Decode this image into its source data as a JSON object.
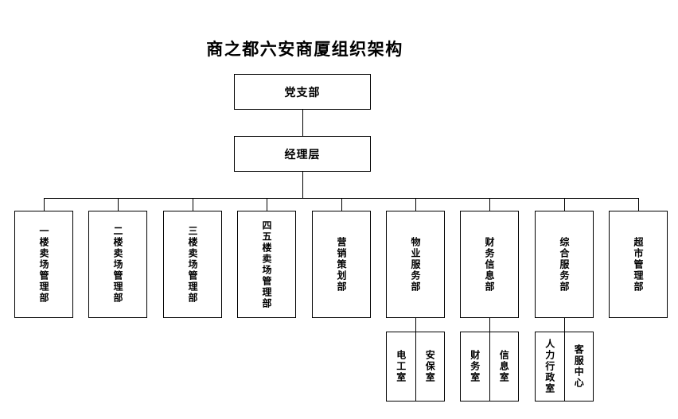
{
  "title": "商之都六安商厦组织架构",
  "org": {
    "root": {
      "label": "党支部"
    },
    "level2": {
      "label": "经理层"
    },
    "departments": [
      {
        "label": "一楼卖场管理部",
        "children": []
      },
      {
        "label": "二楼卖场管理部",
        "children": []
      },
      {
        "label": "三楼卖场管理部",
        "children": []
      },
      {
        "label": "四五楼卖场管理部",
        "children": []
      },
      {
        "label": "营销策划部",
        "children": []
      },
      {
        "label": "物业服务部",
        "children": [
          "电工室",
          "安保室"
        ]
      },
      {
        "label": "财务信息部",
        "children": [
          "财务室",
          "信息室"
        ]
      },
      {
        "label": "综合服务部",
        "children": [
          "人力行政室",
          "客服中心"
        ]
      },
      {
        "label": "超市管理部",
        "children": []
      }
    ]
  },
  "colors": {
    "line": "#000000",
    "text": "#000000",
    "background": "#ffffff"
  }
}
